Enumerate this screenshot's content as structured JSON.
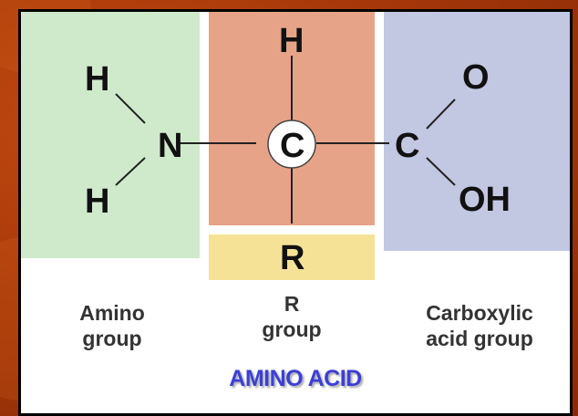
{
  "atoms": {
    "amino_h_top": "H",
    "amino_n": "N",
    "amino_h_bottom": "H",
    "center_h": "H",
    "center_c": "C",
    "r_group": "R",
    "carboxyl_c": "C",
    "carboxyl_o": "O",
    "carboxyl_oh": "OH"
  },
  "labels": {
    "amino": [
      "Amino",
      "group"
    ],
    "r": [
      "R",
      "group"
    ],
    "carboxyl": [
      "Carboxylic",
      "acid group"
    ]
  },
  "title": "AMINO ACID",
  "colors": {
    "background": "#a8380a",
    "amino_panel": "#cfeacb",
    "r_panel": "#e7a387",
    "r_strip": "#f6e297",
    "carboxyl_panel": "#c2c7e2",
    "title": "#3b3fd6"
  }
}
